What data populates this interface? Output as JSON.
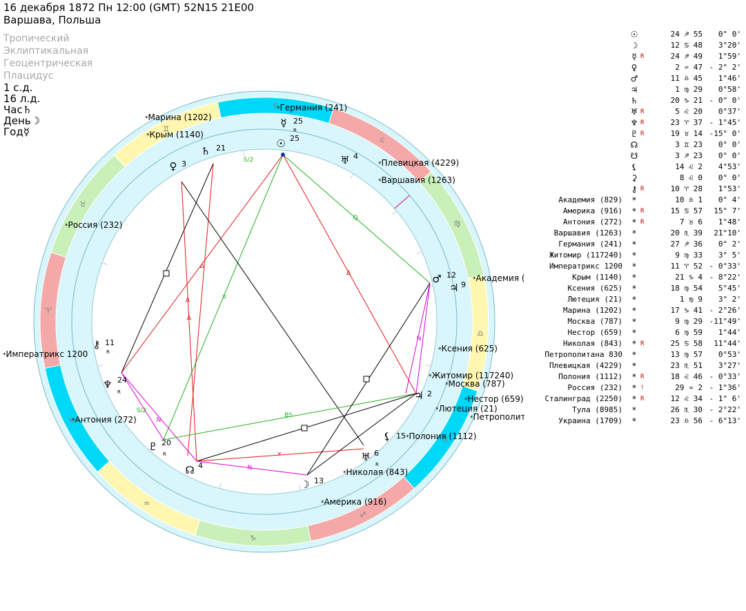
{
  "header": {
    "line1": "16 декабря 1872  Пн  12:00 (GMT) 52N15  21E00",
    "line2": "Варшава, Польша"
  },
  "options": {
    "zodiac": "Тропический",
    "coords": "Эклиптикальная",
    "center": "Геоцентрическая",
    "houses": "Плацидус"
  },
  "day_info": {
    "day_ruler": "1 с.д.",
    "lunar_day": "16 л.д.",
    "hour_label": "Час",
    "hour_symbol": "♄",
    "day_label": "День",
    "day_symbol": "☽",
    "year_label": "Год",
    "year_symbol": "☿"
  },
  "chart_data": {
    "type": "natal-chart",
    "zodiac_glyphs": [
      "♈",
      "♉",
      "♊",
      "♋",
      "♌",
      "♍",
      "♎",
      "♏",
      "♐",
      "♑",
      "♒",
      "♓"
    ],
    "planets": [
      {
        "name": "Sun",
        "glyph": "☉",
        "deg": "25"
      },
      {
        "name": "Mercury",
        "glyph": "☿",
        "deg": "25",
        "retro": true
      },
      {
        "name": "Saturn",
        "glyph": "♄",
        "deg": "21"
      },
      {
        "name": "Venus",
        "glyph": "♀",
        "deg": "3"
      },
      {
        "name": "Uranus-alt",
        "glyph": "♅",
        "deg": "4"
      },
      {
        "name": "Mars",
        "glyph": "♂",
        "deg": "12"
      },
      {
        "name": "Proserpina",
        "glyph": "♃",
        "deg": "9"
      },
      {
        "name": "Jupiter",
        "glyph": "♃",
        "deg": "2"
      },
      {
        "name": "Lilith",
        "glyph": "⚸",
        "deg": "15"
      },
      {
        "name": "Uranus",
        "glyph": "♅",
        "deg": "6",
        "retro": true
      },
      {
        "name": "Moon",
        "glyph": "☽",
        "deg": "13"
      },
      {
        "name": "Node",
        "glyph": "☊",
        "deg": "4"
      },
      {
        "name": "Pluto",
        "glyph": "♇",
        "deg": "20",
        "retro": true
      },
      {
        "name": "Neptune",
        "glyph": "♆",
        "deg": "24",
        "retro": true
      },
      {
        "name": "Chiron",
        "glyph": "⚷",
        "deg": "11",
        "retro": true
      }
    ],
    "aspect_labels": [
      "S/2",
      "Q",
      "Δ",
      "Δ",
      "Δ",
      "Δ",
      "±",
      "N",
      "N",
      "N",
      "BS",
      "S/2",
      "×"
    ],
    "asteroids": [
      {
        "label": "Германия (241)"
      },
      {
        "label": "Марина (1202)"
      },
      {
        "label": "Крым (1140)"
      },
      {
        "label": "Плевицкая (4229)"
      },
      {
        "label": "Варшавия (1263)"
      },
      {
        "label": "Россия (232)"
      },
      {
        "label": "Академия (829)"
      },
      {
        "label": "Императрикс 1200"
      },
      {
        "label": "Ксения (625)"
      },
      {
        "label": "Житомир (117240)"
      },
      {
        "label": "Москва (787)"
      },
      {
        "label": "Нестор (659)"
      },
      {
        "label": "Лютеция (21)"
      },
      {
        "label": "Петрополитана 830"
      },
      {
        "label": "Антония (272)"
      },
      {
        "label": "Полония (1112)"
      },
      {
        "label": "Николая (843)"
      },
      {
        "label": "Америка (916)"
      }
    ]
  },
  "planet_table": [
    {
      "glyph": "☉",
      "flag": "",
      "pos": "24 ♐ 55",
      "lat": "0° 0'"
    },
    {
      "glyph": "☽",
      "flag": "",
      "pos": "12 ♋ 48",
      "lat": "3°20'"
    },
    {
      "glyph": "☿",
      "flag": "R",
      "pos": "24 ♐ 49",
      "lat": "1°59'"
    },
    {
      "glyph": "♀",
      "flag": "",
      "pos": "2 ♒ 47",
      "lat": "- 2° 2'"
    },
    {
      "glyph": "♂",
      "flag": "",
      "pos": "11 ♎ 45",
      "lat": "1°46'"
    },
    {
      "glyph": "♃",
      "flag": "",
      "pos": "1 ♍ 29",
      "lat": "0°58'"
    },
    {
      "glyph": "♄",
      "flag": "",
      "pos": "20 ♑ 21",
      "lat": "- 0° 0'"
    },
    {
      "glyph": "♅",
      "flag": "R",
      "pos": "5 ♌ 20",
      "lat": "0°37'"
    },
    {
      "glyph": "♆",
      "flag": "R",
      "pos": "23 ♈ 37",
      "lat": "- 1°45'"
    },
    {
      "glyph": "♇",
      "flag": "R",
      "pos": "19 ♉ 14",
      "lat": "-15° 0'"
    },
    {
      "glyph": "☊",
      "flag": "",
      "pos": "3 ♊ 23",
      "lat": "0° 0'"
    },
    {
      "glyph": "☋",
      "flag": "",
      "pos": "3 ♐ 23",
      "lat": "0° 0'"
    },
    {
      "glyph": "⚸",
      "flag": "",
      "pos": "14 ♌ 2",
      "lat": "4°53'"
    },
    {
      "glyph": "⚳",
      "flag": "",
      "pos": "8 ♌ 0",
      "lat": "0° 0'"
    },
    {
      "glyph": "⚷",
      "flag": "R",
      "pos": "10 ♈ 28",
      "lat": "1°53'"
    }
  ],
  "asteroid_table": [
    {
      "name": "Академия (829)",
      "flag": "",
      "pos": "10 ♎ 1",
      "lat": "0° 4'"
    },
    {
      "name": "Америка (916)",
      "flag": "R",
      "pos": "15 ♋ 57",
      "lat": "15° 7'"
    },
    {
      "name": "Антония (272)",
      "flag": "R",
      "pos": "7 ♉ 6",
      "lat": "1°48'"
    },
    {
      "name": "Варшавия (1263)",
      "flag": "",
      "pos": "20 ♏ 39",
      "lat": "21°10'"
    },
    {
      "name": "Германия (241)",
      "flag": "",
      "pos": "27 ♐ 36",
      "lat": "0° 2'"
    },
    {
      "name": "Житомир (117240)",
      "flag": "",
      "pos": "9 ♍ 33",
      "lat": "3° 5'"
    },
    {
      "name": "Императрикс 1200",
      "flag": "",
      "pos": "11 ♈ 52",
      "lat": "- 0°33'"
    },
    {
      "name": "Крым (1140)",
      "flag": "",
      "pos": "21 ♑ 4",
      "lat": "- 8°22'"
    },
    {
      "name": "Ксения (625)",
      "flag": "",
      "pos": "18 ♍ 54",
      "lat": "5°45'"
    },
    {
      "name": "Лютеция (21)",
      "flag": "",
      "pos": "1 ♍ 9",
      "lat": "3° 2'"
    },
    {
      "name": "Марина (1202)",
      "flag": "",
      "pos": "17 ♑ 41",
      "lat": "- 2°26'"
    },
    {
      "name": "Москва (787)",
      "flag": "",
      "pos": "9 ♍ 29",
      "lat": "-11°49'"
    },
    {
      "name": "Нестор (659)",
      "flag": "",
      "pos": "6 ♍ 59",
      "lat": "1°44'"
    },
    {
      "name": "Николая (843)",
      "flag": "R",
      "pos": "25 ♋ 58",
      "lat": "11°44'"
    },
    {
      "name": "Петрополитана 830",
      "flag": "",
      "pos": "13 ♍ 57",
      "lat": "0°53'"
    },
    {
      "name": "Плевицкая (4229)",
      "flag": "",
      "pos": "23 ♏ 51",
      "lat": "3°27'"
    },
    {
      "name": "Полония (1112)",
      "flag": "R",
      "pos": "18 ♌ 46",
      "lat": "- 0°33'"
    },
    {
      "name": "Россия (232)",
      "flag": "!",
      "pos": "29 ♒ 2",
      "lat": "- 1°36'"
    },
    {
      "name": "Сталинград (2250)",
      "flag": "R",
      "pos": "12 ♌ 34",
      "lat": "- 1° 6'"
    },
    {
      "name": "Тула (8985)",
      "flag": "",
      "pos": "26 ♏ 30",
      "lat": "- 2°22'"
    },
    {
      "name": "Украина (1709)",
      "flag": "",
      "pos": "23 ♎ 56",
      "lat": "- 6°13'"
    }
  ],
  "colors": {
    "fire": "#f4a8a8",
    "earth": "#c8f0b8",
    "air": "#fff7b0",
    "water": "#00d8f8",
    "ring": "#d8f6fb",
    "aspect_red": "#e01818",
    "aspect_green": "#20b020",
    "aspect_black": "#000000",
    "aspect_magenta": "#d800d8"
  }
}
